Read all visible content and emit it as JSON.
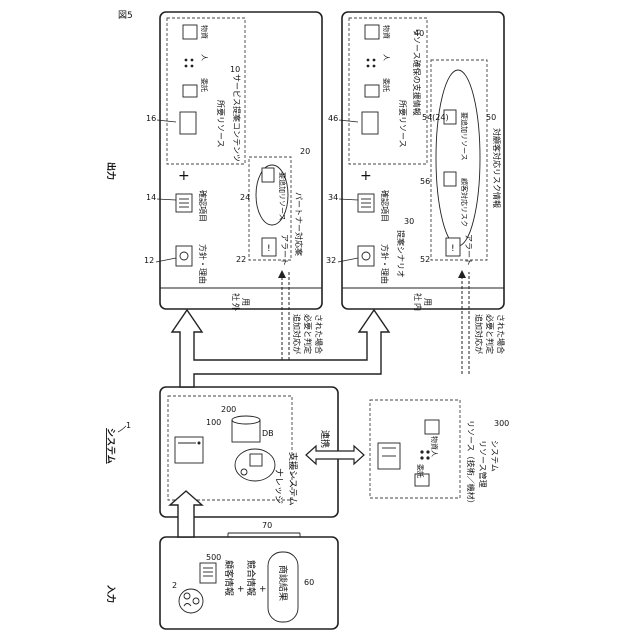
{
  "figure": {
    "label": "図5"
  },
  "section_labels": {
    "output": "出力",
    "system": "システム",
    "input": "入力"
  },
  "refs": {
    "system": "1",
    "customer": "2",
    "db": "200",
    "server": "100",
    "rms": "300",
    "doc": "500",
    "nego": "60",
    "input_group": "70",
    "c10": "10",
    "c12": "12",
    "c14": "14",
    "c16": "16",
    "c20": "20",
    "c22": "22",
    "c24": "24",
    "c30": "30",
    "c32": "32",
    "c34": "34",
    "c40": "40",
    "c46": "46",
    "c50": "50",
    "c52": "52",
    "c54": "54(24)",
    "c56": "56"
  },
  "input": {
    "customer_info": "顧客情報",
    "plus": "+",
    "competitor_info": "競合情報",
    "nego_result": "商談結果"
  },
  "system": {
    "db": "DB",
    "knowledge_1": "ナレッジ",
    "knowledge_2": "支援システム",
    "link": "連携"
  },
  "resource_mgmt": {
    "title_1": "リソース（技術／機材）",
    "title_2": "リソース管理",
    "title_3": "システム"
  },
  "resource_icons": {
    "consign": "委託",
    "person": "人",
    "goods": "物資"
  },
  "output_ext": {
    "tag_1": "社",
    "tag_2": "外",
    "tag_3": "用",
    "policy": "方針・理由",
    "check": "確認項目",
    "resource": "所要リソース",
    "service_content": "サービス提案コンテンツ",
    "alert": "アラート",
    "add_resource": "要追加リソース",
    "partner_plan": "パートナー対応案"
  },
  "output_int": {
    "tag_1": "社",
    "tag_2": "内",
    "tag_3": "用",
    "policy": "方針・理由",
    "check": "確認項目",
    "resource": "所要リソース",
    "scenario": "提案シナリオ",
    "support_info": "リソース確保の支援情報",
    "alert": "アラート",
    "risk": "顧客対応リスク",
    "add_resource": "要追加リソース",
    "risk_info": "対顧客対応リスク情報"
  },
  "notes": {
    "ext_1": "追加対応が",
    "ext_2": "必要と判定",
    "ext_3": "された場合",
    "int_1": "追加対応が",
    "int_2": "必要と判定",
    "int_3": "された場合"
  }
}
